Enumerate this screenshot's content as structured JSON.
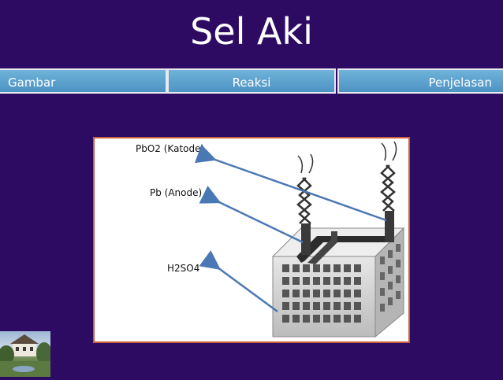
{
  "slide": {
    "title": "Sel Aki",
    "tabs": [
      {
        "label": "Gambar"
      },
      {
        "label": "Reaksi"
      },
      {
        "label": "Penjelasan"
      }
    ]
  },
  "figure": {
    "labels": {
      "katode": "PbO2 (Katode)",
      "anode": "Pb (Anode)",
      "electrolyte": "H2SO4"
    }
  },
  "colors": {
    "background": "#2e0b63",
    "tab": "#5aa3cf",
    "arrow": "#4a78b5",
    "frame": "#c9603d"
  }
}
